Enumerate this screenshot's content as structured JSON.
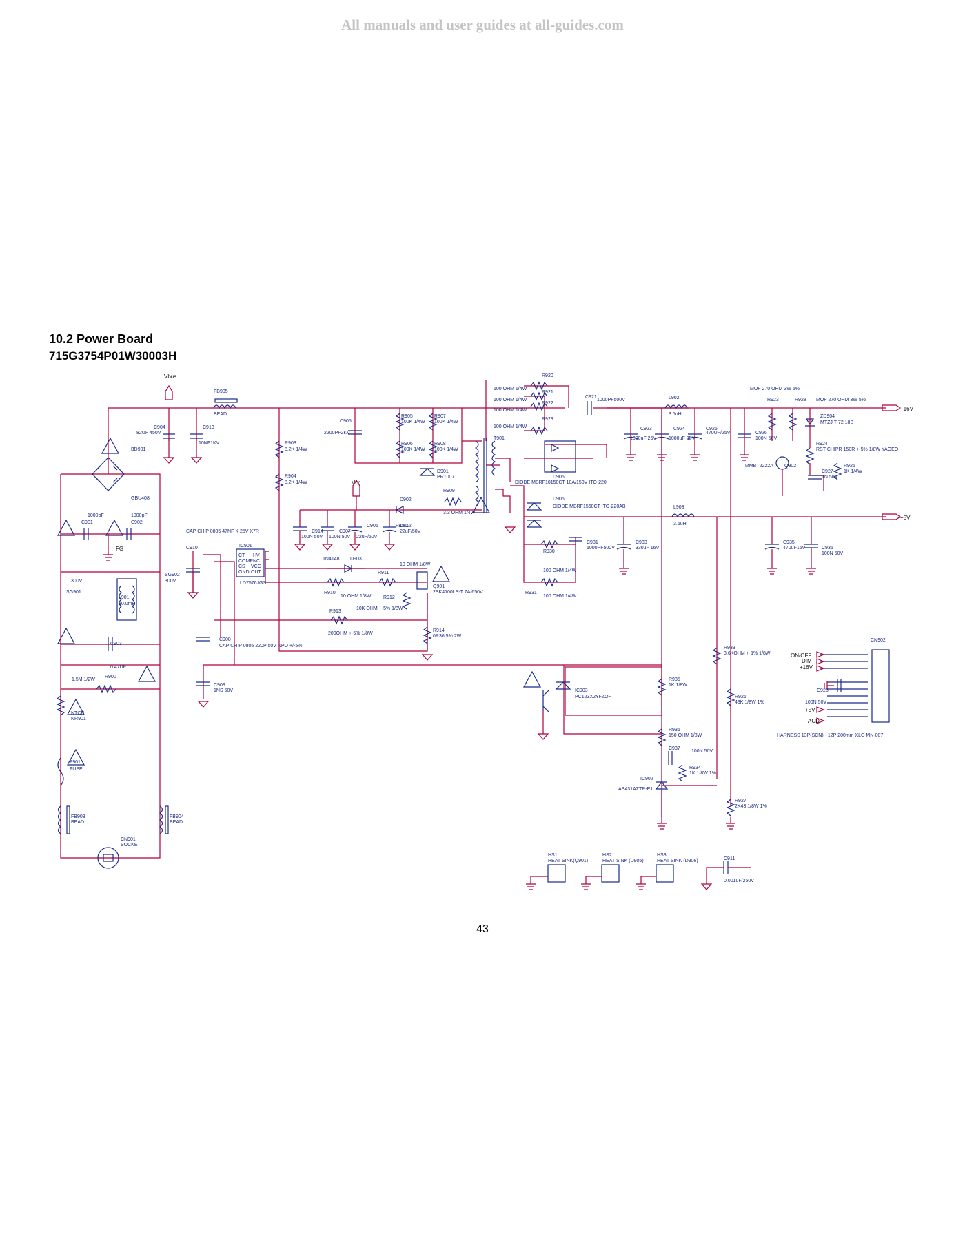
{
  "watermark": "All manuals and user guides at all-guides.com",
  "section_title": "10.2 Power Board",
  "board_id": "715G3754P01W30003H",
  "page_number": "43",
  "labels": {
    "vbus": "Vbus",
    "fb905": "FB905",
    "bead": "BEAD",
    "c904": "C904",
    "c904v": "82UF 450V",
    "c913": "C913",
    "c913v": "10NF1KV",
    "bd901": "BD901",
    "gbu408": "GBU408",
    "c901": "C901",
    "c901v": "1000pF",
    "c902": "C902",
    "c902v": "1000pF",
    "fg": "FG",
    "sg901": "SG901",
    "v300a": "300V",
    "sg902": "SG902",
    "v300b": "300V",
    "l901": "L901",
    "l901v": "30.0mH",
    "c903": "C903",
    "c903v": "0.47UF",
    "r900": "R900",
    "r900v": "1.5M 1/2W",
    "ntcr": "NTCR",
    "nr901": "NR901",
    "f901": "F901",
    "fuse": "FUSE",
    "fb903": "FB903",
    "bead2": "BEAD",
    "fb904": "FB904",
    "bead3": "BEAD",
    "cn901": "CN901",
    "socket": "SOCKET",
    "r903": "R903",
    "r903v": "8.2K 1/4W",
    "r904": "R904",
    "r904v": "8.2K 1/4W",
    "capchip": "CAP CHIP 0805 47NF K 25V X7R",
    "c910": "C910",
    "ic901": "IC901",
    "ld7576": "LD7576JGS",
    "ct": "CT",
    "hv": "HV",
    "comp": "COMP",
    "nc": "NC",
    "cs": "CS",
    "vcc": "VCC",
    "gnd": "GND",
    "out": "OUT",
    "c908": "C908",
    "c908v": "CAP CHIP 0805 220P 50V NPO +/-5%",
    "c909": "C909",
    "c909v": "1NS 50V",
    "c905": "C905",
    "c905v": "2200PF2KV",
    "r905": "R905",
    "r905v": "100K 1/4W",
    "r907": "R907",
    "r907v": "100K 1/4W",
    "r906": "R906",
    "r906v": "100K 1/4W",
    "r908": "R908",
    "r908v": "100K 1/4W",
    "d901": "D901",
    "pr1007": "PR1007",
    "vccnet": "Vcc",
    "d902": "D902",
    "r909": "R909",
    "r909v": "3.3 OHM 1/4W",
    "c914": "C914",
    "c914v": "100N 50V",
    "c907": "C907",
    "c907v": "100N 50V",
    "c906": "C906",
    "c906v": "22uF/50V",
    "c912": "C912",
    "c912v": "22uF/50V",
    "fb902": "FB902",
    "n1n4148": "1N4148",
    "d903": "D903",
    "r911": "R911",
    "r911v": "10 OHM 1/8W",
    "r910": "R910",
    "r910v": "10 OHM 1/8W",
    "r912": "R912",
    "r912v": "10K OHM +-5% 1/8W",
    "r913": "R913",
    "r913v": "200OHM +-5% 1/8W",
    "q901": "Q901",
    "q901v": "2SK4100LS-T 7A/650V",
    "r914": "R914",
    "r914v": "0R36 5% 2W",
    "t901": "T901",
    "r920": "R920",
    "r920v": "100 OHM 1/4W",
    "r921": "R921",
    "r921v": "100 OHM 1/4W",
    "r922": "R922",
    "r922v": "100 OHM 1/4W",
    "r929": "R929",
    "r929v": "100 OHM 1/4W",
    "c921": "C921",
    "c921v": "1000PF500V",
    "d905": "D905",
    "d905v": "DIODE MBRF10150CT  10A/150V ITO-220",
    "d906": "D906",
    "d906v": "DIODE MBRF1560CT ITO-220AB",
    "l902": "L902",
    "l902v": "3.5uH",
    "l903": "L903",
    "l903v": "3.5uH",
    "c923": "C923",
    "c923v": "1000uF 25V",
    "c924": "C924",
    "c924v": "1000uF 25V",
    "c925": "C925",
    "c925v": "470UF/25V",
    "c926": "C926",
    "c926v": "100N 50V",
    "mof1": "MOF 270 OHM 3W 5%",
    "mof2": "MOF 270 OHM 3W 5%",
    "r923": "R923",
    "r928": "R928",
    "zd904": "ZD904",
    "zd904v": "MTZJ T-72 18B",
    "r924": "R924",
    "r924v": "RST CHIPR 150R +-5% 1/8W YAGEO",
    "mmbt": "MMBT2222A",
    "q902": "Q902",
    "c927": "C927",
    "c927v": "1N 50V",
    "r925": "R925",
    "r925v": "1K 1/4W",
    "p16v": "+16V",
    "p5v": "+5V",
    "r930": "R930",
    "r930v": "100 OHM 1/4W",
    "r931": "R931",
    "r931v": "100 OHM 1/4W",
    "c931": "C931",
    "c931v": "1000PF500V",
    "c933": "C933",
    "c933v": "330uF 16V",
    "c935": "C935",
    "c935v": "470uF16V",
    "c936": "C936",
    "c936v": "100N 50V",
    "r933": "R933",
    "r933v": "3.6KOHM +-1% 1/8W",
    "r926": "R926",
    "r926v": "43K 1/8W 1%",
    "r927": "R927",
    "r927v": "2K43 1/8W 1%",
    "ic903": "IC903",
    "ic903v": "PC123X2YFZOF",
    "r935": "R935",
    "r935v": "1K 1/8W",
    "r936": "R936",
    "r936v": "150 OHM 1/8W",
    "c937": "C937",
    "c937v": "100N 50V",
    "r934": "R934",
    "r934v": "1K 1/8W 1%",
    "ic902": "IC902",
    "ic902v": "AS431AZTR-E1",
    "cn902": "CN902",
    "onoff": "ON/OFF",
    "dim": "DIM",
    "p16v2": "+16V",
    "c928": "C928",
    "c928v": "100N 50V",
    "p5v2": "+5V",
    "acd": "ACD",
    "harness": "HARNESS 13P(SCN) - 12P 200mm XLC-MN-007",
    "hs1": "HS1",
    "hs1v": "HEAT SINK(Q901)",
    "hs2": "HS2",
    "hs2v": "HEAT SINK (D905)",
    "hs3": "HS3",
    "hs3v": "HEAT SINK (D906)",
    "c911": "C911",
    "c911v": "0.001uF/250V"
  },
  "colors": {
    "wire": "#b0003a",
    "component": "#1b2a8c",
    "label": "#1a2a80"
  }
}
